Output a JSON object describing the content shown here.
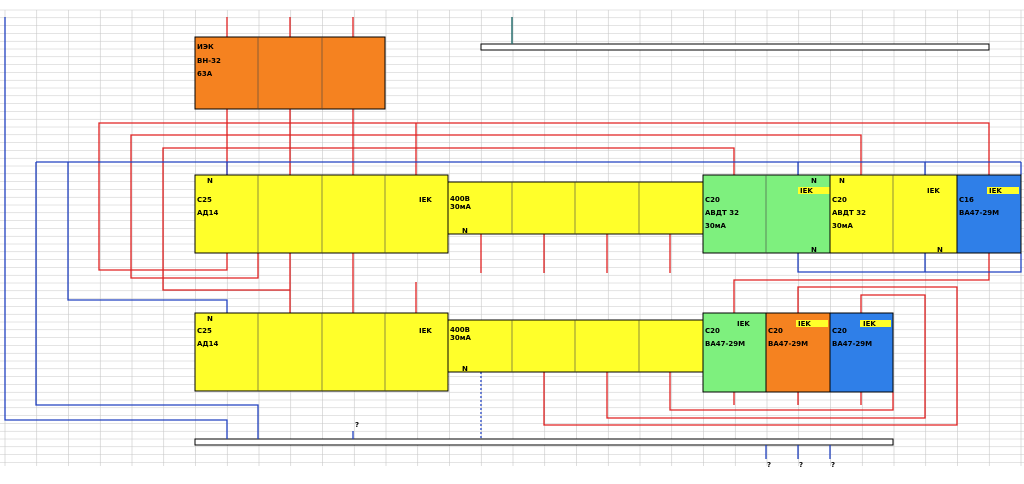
{
  "colors": {
    "phase_wire": "#e02020",
    "neutral_wire": "#2040c0",
    "grid_line": "#c8c8c8",
    "orange": "#f58220",
    "yellow": "#ffff2a",
    "green": "#7ef07e",
    "blue": "#2f7fe8",
    "iek_badge": "#ffff2a"
  },
  "main_switch": {
    "line1": "ИЭК",
    "line2": "ВН-32",
    "line3": "63А"
  },
  "row1": {
    "rcbo_left": {
      "neutral": "N",
      "line1": "С25",
      "line2": "АД14",
      "brand": "IEK"
    },
    "rcd_block": {
      "line1": "400В",
      "line2": "30мА",
      "neutral": "N"
    },
    "avdt1": {
      "neutral_top": "N",
      "brand": "IEK",
      "line1": "С20",
      "line2": "АВДТ 32",
      "line3": "30мА",
      "neutral_bottom": "N"
    },
    "avdt2": {
      "neutral_top": "N",
      "brand": "IEK",
      "line1": "С20",
      "line2": "АВДТ 32",
      "line3": "30мА",
      "neutral_bottom": "N"
    },
    "breaker_blue": {
      "brand": "IEK",
      "line1": "С16",
      "line2": "ВА47-29М"
    }
  },
  "row2": {
    "rcbo_left": {
      "neutral": "N",
      "line1": "С25",
      "line2": "АД14",
      "brand": "IEK"
    },
    "rcd_block": {
      "line1": "400В",
      "line2": "30мА",
      "neutral": "N"
    },
    "breaker_green": {
      "brand": "IEK",
      "line1": "С20",
      "line2": "ВА47-29М"
    },
    "breaker_orange": {
      "brand": "IEK",
      "line1": "С20",
      "line2": "ВА47-29М"
    },
    "breaker_blue": {
      "brand": "IEK",
      "line1": "С20",
      "line2": "ВА47-29М"
    }
  },
  "unknown_marks": [
    "?",
    "?",
    "?",
    "?"
  ]
}
